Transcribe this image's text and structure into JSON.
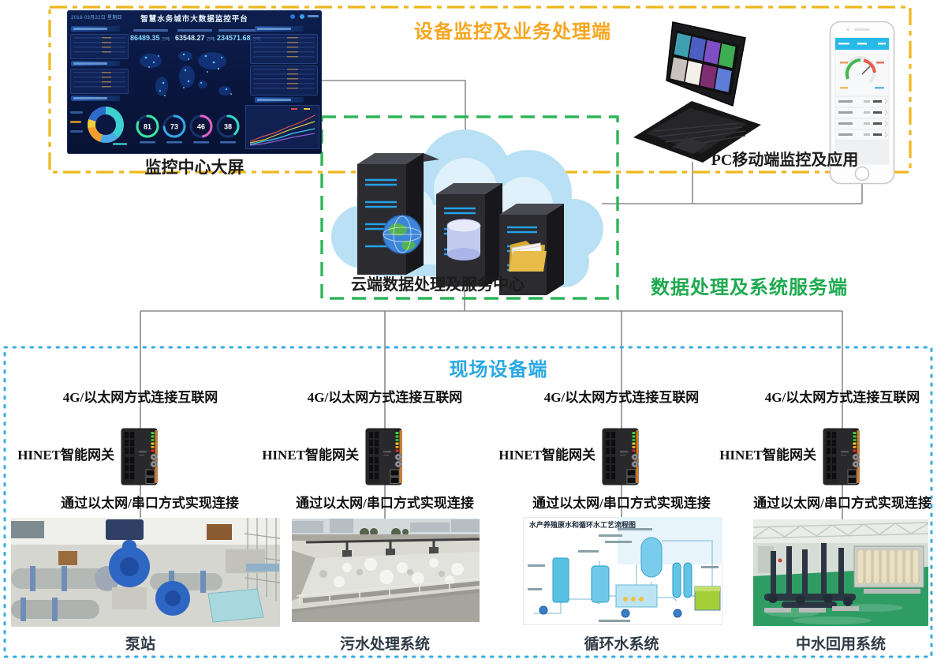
{
  "sections": {
    "device_monitoring": {
      "title": "设备监控及业务处理端",
      "color": "#F6A61F",
      "border_color": "#EDB81E"
    },
    "data_service": {
      "title": "数据处理及系统服务端",
      "color": "#1EA94F",
      "border_color": "#2EB558"
    },
    "field_devices": {
      "title": "现场设备端",
      "color": "#2BA8E0",
      "border_color": "#35ACE4"
    }
  },
  "dashboard": {
    "caption": "监控中心大屏",
    "screen": {
      "date": "2018-03月22日 星期四",
      "title": "智慧水务城市大数据监控平台",
      "kpis": [
        {
          "value": "86489.35",
          "unit": "万吨"
        },
        {
          "value": "63548.27",
          "unit": "万吨"
        },
        {
          "value": "234571.68",
          "unit": "万吨"
        }
      ],
      "gauges": [
        {
          "value": "81",
          "color": "#3EE6A0"
        },
        {
          "value": "73",
          "color": "#35A8E8"
        },
        {
          "value": "46",
          "color": "#E060C8"
        },
        {
          "value": "38",
          "color": "#35D8C8"
        }
      ]
    }
  },
  "pc_mobile": {
    "caption": "PC移动端监控及应用"
  },
  "cloud": {
    "caption": "云端数据处理及服务中心"
  },
  "field_columns": [
    {
      "connect_top": "4G/以太网方式连接互联网",
      "gateway_label": "HINET智能网关",
      "connect_bottom": "通过以太网/串口方式实现连接",
      "system": "泵站"
    },
    {
      "connect_top": "4G/以太网方式连接互联网",
      "gateway_label": "HINET智能网关",
      "connect_bottom": "通过以太网/串口方式实现连接",
      "system": "污水处理系统"
    },
    {
      "connect_top": "4G/以太网方式连接互联网",
      "gateway_label": "HINET智能网关",
      "connect_bottom": "通过以太网/串口方式实现连接",
      "system": "循环水系统",
      "diagram_title": "水产养殖原水和循环水工艺流程图"
    },
    {
      "connect_top": "4G/以太网方式连接互联网",
      "gateway_label": "HINET智能网关",
      "connect_bottom": "通过以太网/串口方式实现连接",
      "system": "中水回用系统"
    }
  ]
}
